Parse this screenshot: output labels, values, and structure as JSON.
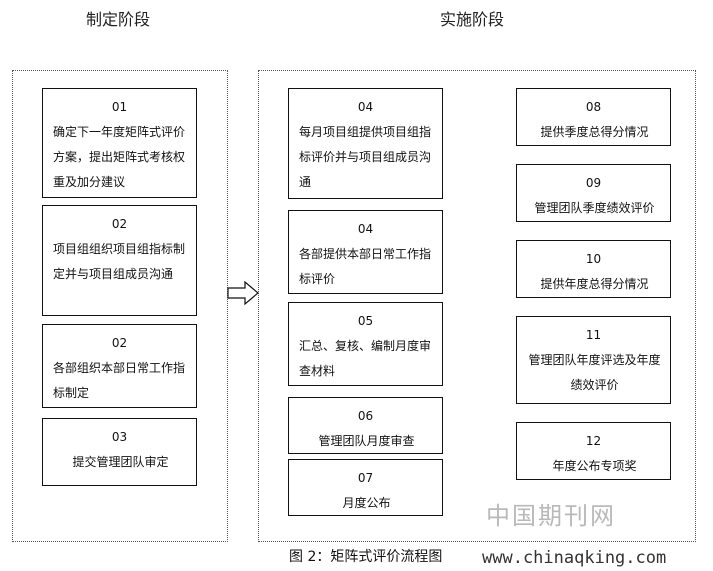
{
  "phases": {
    "plan": "制定阶段",
    "implement": "实施阶段"
  },
  "left_steps": [
    {
      "num": "01",
      "text": "确定下一年度矩阵式评价方案，提出矩阵式考核权重及加分建议"
    },
    {
      "num": "02",
      "text": "项目组组织项目组指标制定并与项目组成员沟通"
    },
    {
      "num": "02",
      "text": "各部组织本部日常工作指标制定"
    },
    {
      "num": "03",
      "text": "提交管理团队审定"
    }
  ],
  "mid_steps": [
    {
      "num": "04",
      "text": "每月项目组提供项目组指标评价并与项目组成员沟通"
    },
    {
      "num": "04",
      "text": "各部提供本部日常工作指标评价"
    },
    {
      "num": "05",
      "text": "汇总、复核、编制月度审查材料"
    },
    {
      "num": "06",
      "text": "管理团队月度审查"
    },
    {
      "num": "07",
      "text": "月度公布"
    }
  ],
  "right_steps": [
    {
      "num": "08",
      "text": "提供季度总得分情况"
    },
    {
      "num": "09",
      "text": "管理团队季度绩效评价"
    },
    {
      "num": "10",
      "text": "提供年度总得分情况"
    },
    {
      "num": "11",
      "text": "管理团队年度评选及年度绩效评价"
    },
    {
      "num": "12",
      "text": "年度公布专项奖"
    }
  ],
  "caption": "图 2：矩阵式评价流程图",
  "watermark": {
    "name": "中国期刊网",
    "url": "www.chinaqking.com"
  }
}
